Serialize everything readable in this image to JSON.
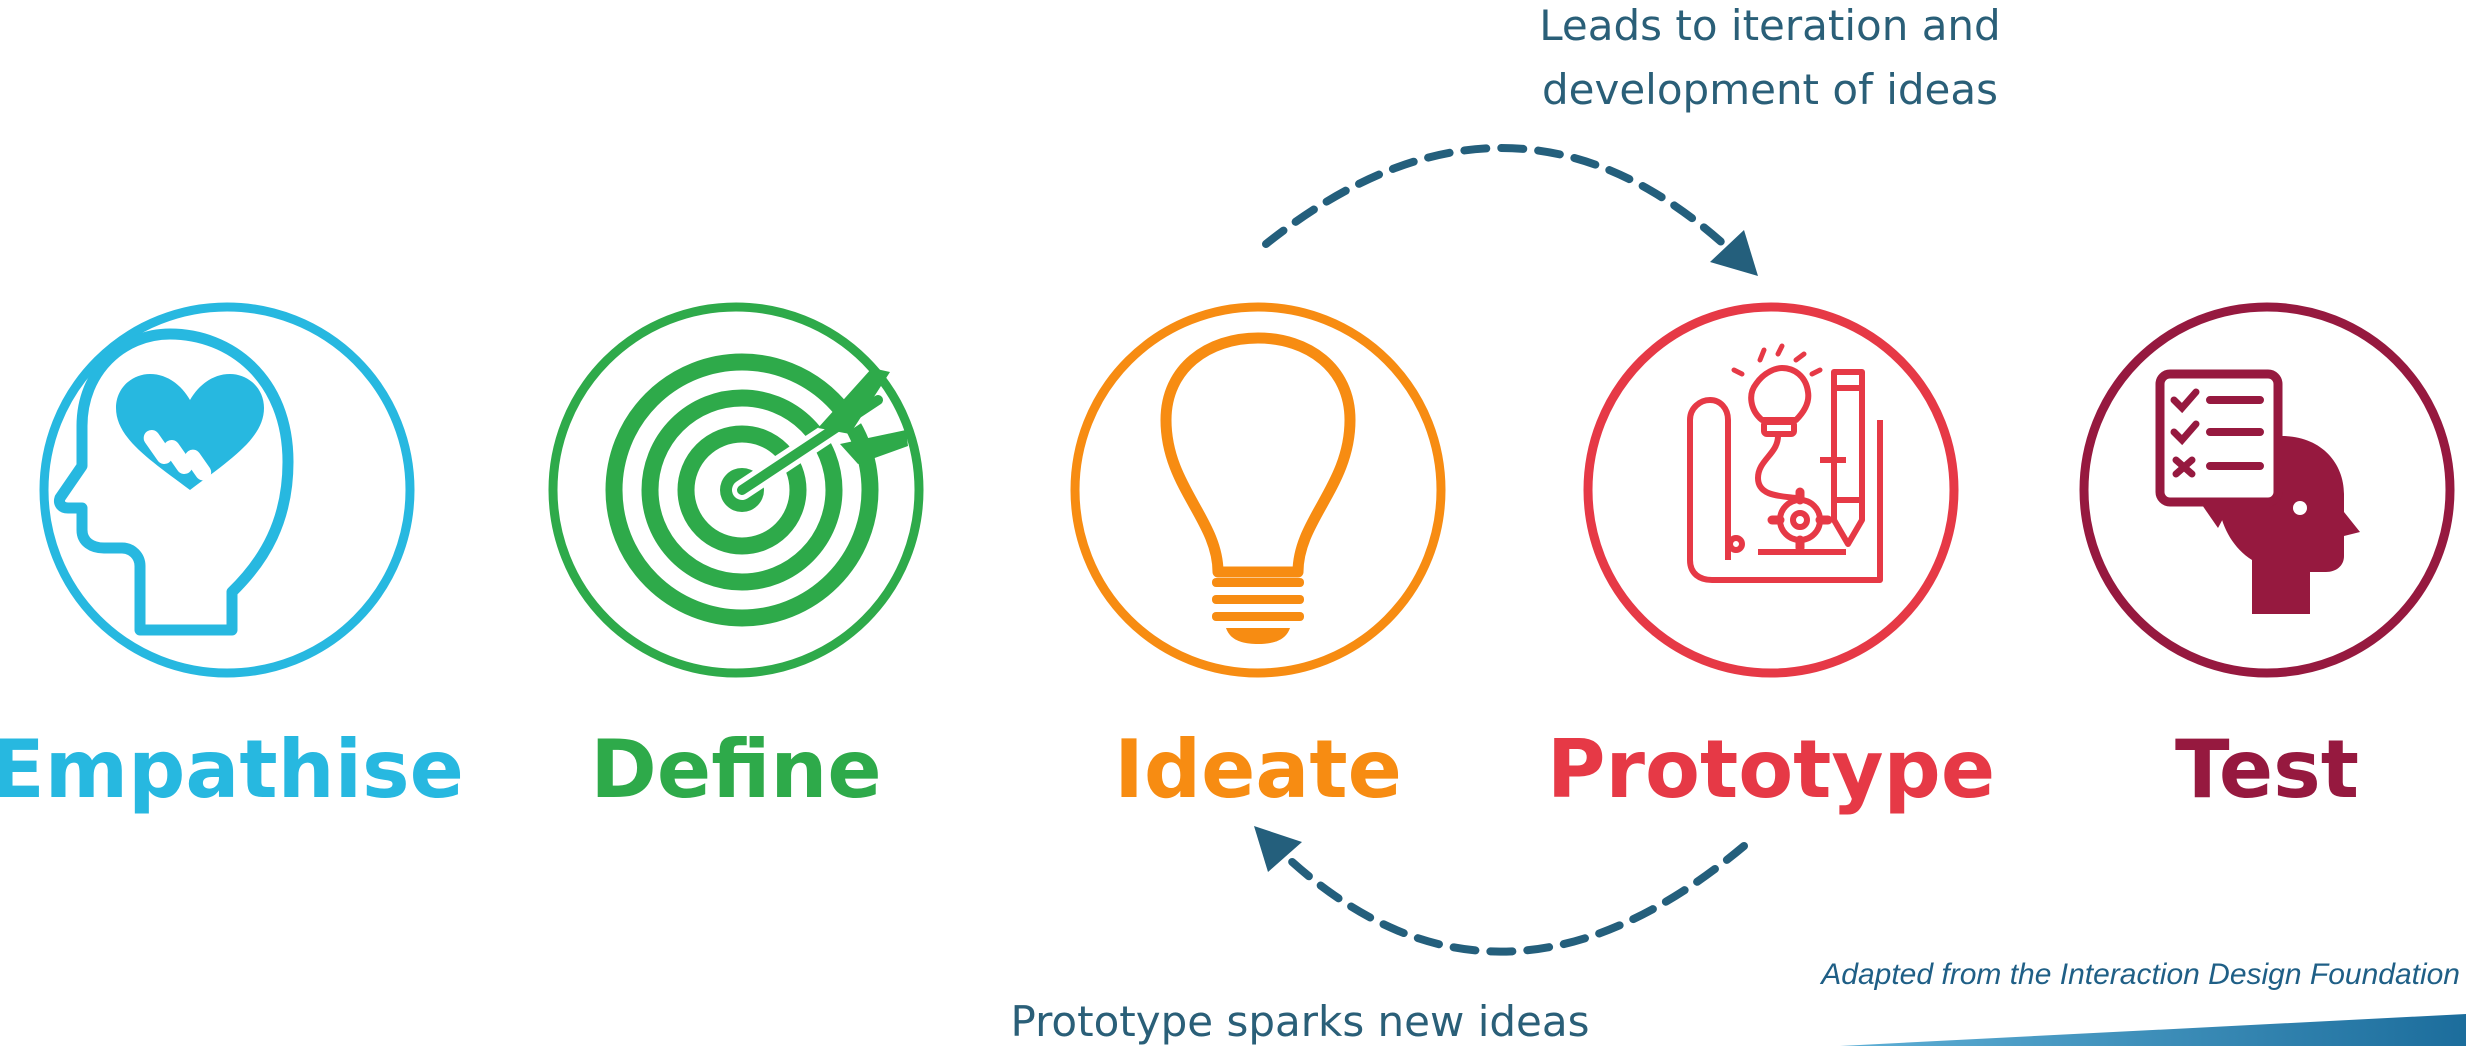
{
  "stages": [
    {
      "label": "Empathise",
      "icon": "head-heart-handshake-icon",
      "color": "#27b8e0"
    },
    {
      "label": "Define",
      "icon": "target-arrow-icon",
      "color": "#2eaa4a"
    },
    {
      "label": "Ideate",
      "icon": "lightbulb-icon",
      "color": "#f78c12"
    },
    {
      "label": "Prototype",
      "icon": "blueprint-lightbulb-pencil-icon",
      "color": "#e63946"
    },
    {
      "label": "Test",
      "icon": "head-checklist-icon",
      "color": "#96193f"
    }
  ],
  "notes": {
    "top_line1": "Leads to iteration and",
    "top_line2": "development of ideas",
    "bottom": "Prototype sparks new ideas"
  },
  "credit": "Adapted from the Interaction Design Foundation",
  "colors": {
    "arrow": "#245f7c",
    "corner": "#2178a8"
  }
}
